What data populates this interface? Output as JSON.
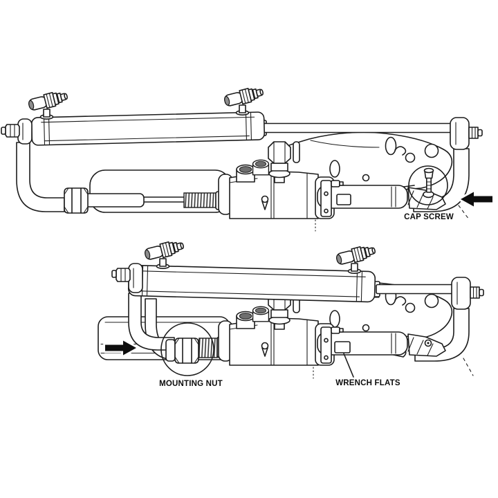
{
  "diagram": {
    "type": "technical-illustration",
    "views": [
      "top-exploded-view",
      "bottom-installed-view"
    ],
    "labels": {
      "cap_screw": "CAP SCREW",
      "mounting_nut": "MOUNTING NUT",
      "wrench_flats": "WRENCH FLATS"
    },
    "callouts": [
      {
        "view": "top",
        "name": "cap-screw-callout",
        "shape": "circle"
      },
      {
        "view": "bottom",
        "name": "mounting-nut-callout",
        "shape": "circle"
      }
    ],
    "arrows": [
      {
        "view": "top",
        "direction": "left"
      },
      {
        "view": "bottom",
        "direction": "right"
      }
    ],
    "colors": {
      "background": "#ffffff",
      "line": "#1c1c1c",
      "text": "#0c0c0c",
      "arrow": "#0e0e0e",
      "port_fill": "#6f6f6f"
    }
  }
}
